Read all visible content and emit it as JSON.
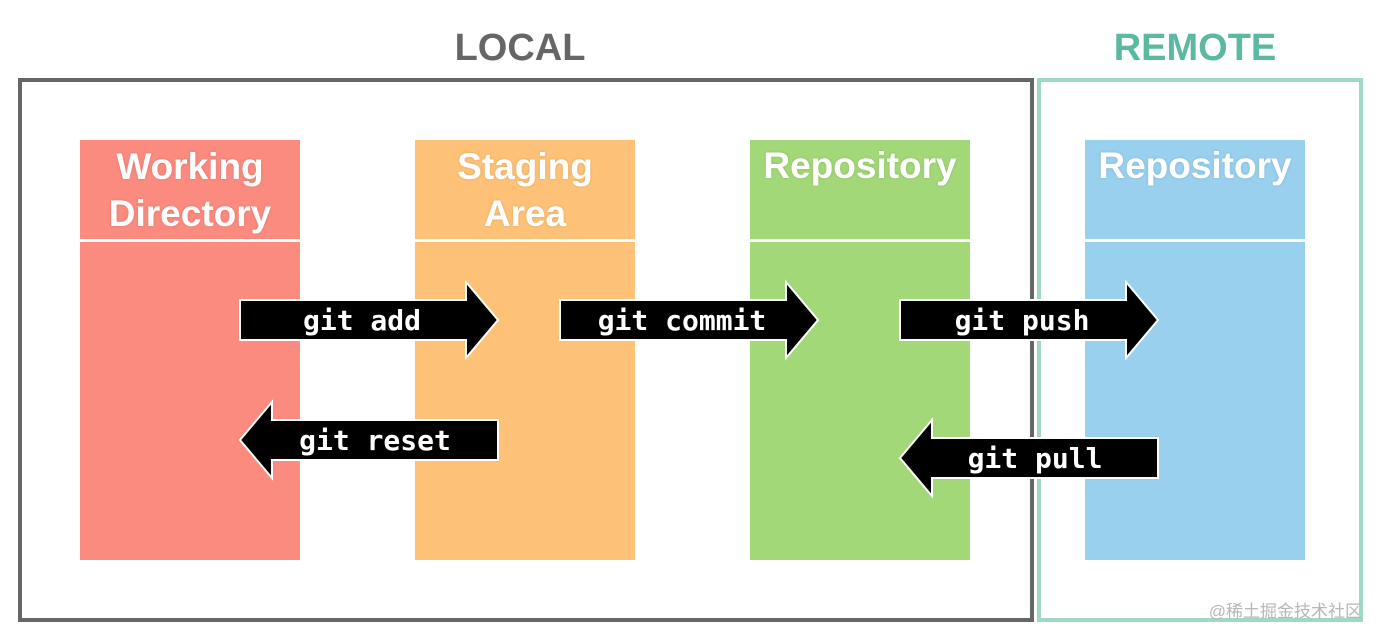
{
  "regions": {
    "local": {
      "title": "LOCAL",
      "color": "#666666"
    },
    "remote": {
      "title": "REMOTE",
      "color": "#5bb9a2",
      "border_color": "#9fd9c6"
    }
  },
  "columns": {
    "working_directory": {
      "line1": "Working",
      "line2": "Directory",
      "color": "#fb8b7f"
    },
    "staging_area": {
      "line1": "Staging",
      "line2": "Area",
      "color": "#fdc277"
    },
    "local_repository": {
      "line1": "Repository",
      "color": "#a3d878"
    },
    "remote_repository": {
      "line1": "Repository",
      "color": "#99d0ee"
    }
  },
  "commands": {
    "add": "git add",
    "reset": "git reset",
    "commit": "git commit",
    "push": "git push",
    "pull": "git pull"
  },
  "watermark": "@稀土掘金技术社区"
}
